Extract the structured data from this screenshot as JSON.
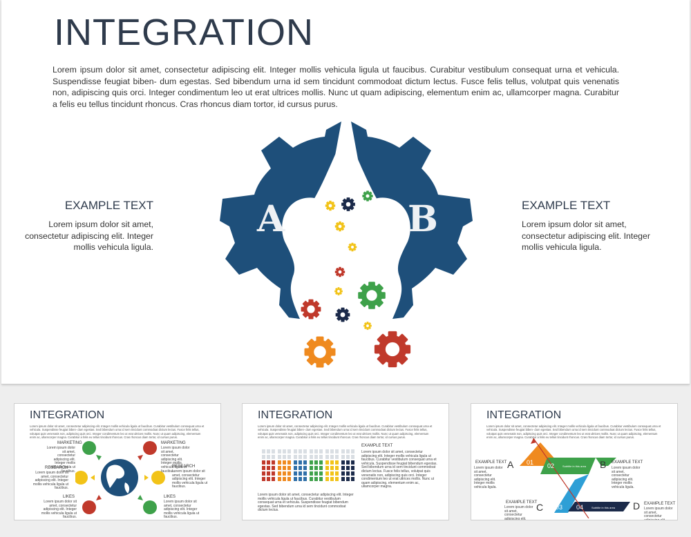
{
  "main": {
    "title": "INTEGRATION",
    "body": "Lorem ipsum dolor sit amet, consectetur adipiscing elit. Integer mollis vehicula ligula ut faucibus. Curabitur vestibulum consequat urna et vehicula. Suspendisse feugiat biben- dum egestas. Sed bibendum urna id sem tincidunt commodoat dictum lectus. Fusce felis tellus, volutpat quis venenatis non, adipiscing quis orci. Integer condimentum leo ut erat ultrices mollis. Nunc ut quam adipiscing, elementum enim ac, ullamcorper magna. Curabitur a felis eu tellus tincidunt rhoncus. Cras rhoncus diam tortor, id cursus purus.",
    "left": {
      "heading": "EXAMPLE TEXT",
      "text": "Lorem ipsum dolor sit amet, consectetur adipiscing elit. Integer mollis vehicula ligula."
    },
    "right": {
      "heading": "EXAMPLE TEXT",
      "text": "Lorem ipsum dolor sit amet, consectetur adipiscing elit. Integer mollis vehicula ligula."
    },
    "letter_a": "A",
    "letter_b": "B",
    "colors": {
      "gear_blue": "#1e4f7a",
      "title": "#2f3b4c",
      "orange": "#ef8a1f",
      "red": "#c0392b",
      "green": "#3ea14a",
      "yellow": "#f2c318",
      "navy": "#1b2a4a"
    }
  },
  "thumbs": [
    {
      "title": "INTEGRATION",
      "body": "Lorem ipsum dolor sit amet, consectetur adipiscing elit. Integer mollis vehicula ligula ut faucibus. Curabitur vestibulum consequat urna et vehicula. Suspendisse feugiat biben- dum egestas. Sed bibendum urna id sem tincidunt commodoat dictum lectus. Fusce felis tellus, volutpat quis venenatis non, adipiscing quis orci. Integer condimentum leo ut erat ultrices mollis. Nunc ut quam adipiscing, elementum enim ac, ullamcorper magna. Curabitur a felis eu tellus tincidunt rhoncus. Cras rhoncus diam tortor, id cursus purus.",
      "labels": [
        "MARKETING",
        "RESEARCH",
        "LIKES",
        "MARKETING",
        "RESEARCH",
        "LIKES"
      ],
      "small_text": "Lorem ipsum dolor sit amet, consectetur adipiscing elit. Integer mollis vehicula ligula ut faucibus."
    },
    {
      "title": "INTEGRATION",
      "body": "Lorem ipsum dolor sit amet, consectetur adipiscing elit. Integer mollis vehicula ligula ut faucibus. Curabitur vestibulum consequat urna et vehicula. Suspendisse feugiat biben- dum egestas. Sed bibendum urna id sem tincidunt commodoat dictum lectus. Fusce felis tellus, volutpat quis venenatis non, adipiscing quis orci. Integer condimentum leo ut erat ultrices mollis. Nunc ut quam adipiscing, elementum enim ac, ullamcorper magna. Curabitur a felis eu tellus tincidunt rhoncus. Cras rhoncus diam tortor, id cursus purus.",
      "example_heading": "EXAMPLE TEXT",
      "example_text": "Lorem ipsum dolor sit amet, consectetur adipiscing elit. Integer mollis vehicula ligula ut faucibus. Curabitur vestibulum consequat urna et vehicula. Suspendisse feugiat bibendum egestas. Sed bibendum urna id sem tincidunt commodoat dictum lectus. Fusce felis tellus, volutpat quis venenatis non, adipiscing quis orci. Integer condimentum leo ut erat ultrices mollis. Nunc ut quam adipiscing, elementum enim ac, ullamcorper magna.",
      "bottom_text": "Lorem ipsum dolor sit amet, consectetur adipiscing elit. Integer mollis vehicula ligula ut faucibus. Curabitur vestibulum consequat urna et vehicula. Suspendisse feugiat bibendum egestas. Sed bibendum urna id sem tincidunt commodoat dictum lectus.",
      "bar_colors": [
        "#c0392b",
        "#ef8a1f",
        "#2f6fa8",
        "#3ea14a",
        "#f2c318",
        "#1b2a4a"
      ]
    },
    {
      "title": "INTEGRATION",
      "body": "Lorem ipsum dolor sit amet, consectetur adipiscing elit. Integer mollis vehicula ligula ut faucibus. Curabitur vestibulum consequat urna et vehicula. Suspendisse feugiat biben- dum egestas. Sed bibendum urna id sem tincidunt commodoat dictum lectus. Fusce felis tellus, volutpat quis venenatis non, adipiscing quis orci. Integer condimentum leo ut erat ultrices mollis. Nunc ut quam adipiscing, elementum enim ac, ullamcorper magna. Curabitur a felis eu tellus tincidunt rhoncus. Cras rhoncus diam tortor, id cursus purus.",
      "example_heading": "EXAMPLE TEXT",
      "small_text": "Lorem ipsum dolor sit amet, consectetur adipiscing elit. Integer mollis vehicula ligula.",
      "letters": [
        "A",
        "B",
        "C",
        "D"
      ],
      "numbers": [
        "01",
        "02",
        "03",
        "04"
      ],
      "banner_text": "Subtitle in this area"
    }
  ]
}
